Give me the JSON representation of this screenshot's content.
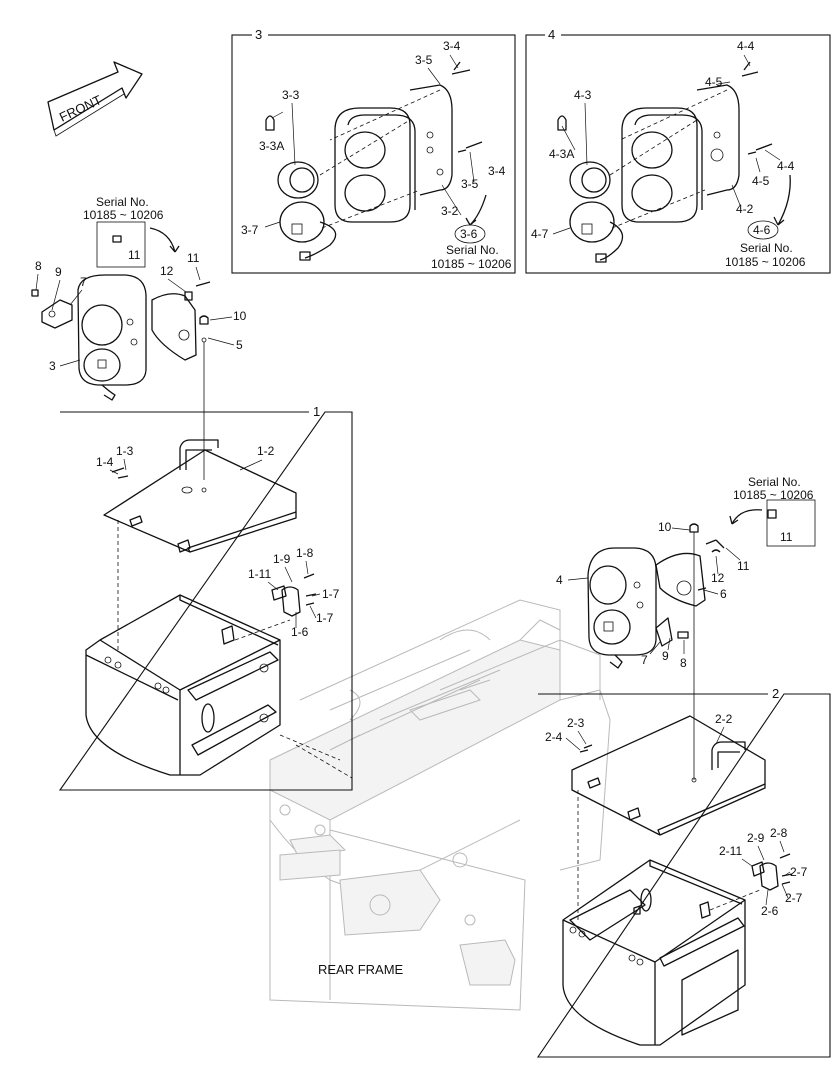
{
  "diagram": {
    "front_label": "FRONT",
    "rear_frame_label": "REAR FRAME",
    "serial_no_title": "Serial No.",
    "serial_range": "10185 ~ 10206",
    "frames": {
      "f3": "3",
      "f4": "4",
      "f1": "1",
      "f2": "2"
    },
    "callouts": {
      "c3_4a": "3-4",
      "c3_5a": "3-5",
      "c3_3": "3-3",
      "c3_3A": "3-3A",
      "c3_7": "3-7",
      "c3_5b": "3-5",
      "c3_4b": "3-4",
      "c3_2": "3-2",
      "c3_6": "3-6",
      "c4_4a": "4-4",
      "c4_5a": "4-5",
      "c4_3": "4-3",
      "c4_3A": "4-3A",
      "c4_7": "4-7",
      "c4_4b": "4-4",
      "c4_5b": "4-5",
      "c4_2": "4-2",
      "c4_6": "4-6",
      "cL_11box": "11",
      "cL_8": "8",
      "cL_9": "9",
      "cL_7": "7",
      "cL_12": "12",
      "cL_11": "11",
      "cL_10": "10",
      "cL_5": "5",
      "cL_3": "3",
      "c1_4": "1-4",
      "c1_3": "1-3",
      "c1_2": "1-2",
      "c1_9": "1-9",
      "c1_8": "1-8",
      "c1_11": "1-11",
      "c1_7a": "1-7",
      "c1_6": "1-6",
      "c1_7b": "1-7",
      "cR_11box": "11",
      "cR_10": "10",
      "cR_12": "12",
      "cR_11": "11",
      "cR_4": "4",
      "cR_6": "6",
      "cR_7": "7",
      "cR_9": "9",
      "cR_8": "8",
      "c2_3": "2-3",
      "c2_4": "2-4",
      "c2_2": "2-2",
      "c2_9": "2-9",
      "c2_8": "2-8",
      "c2_11": "2-11",
      "c2_7a": "2-7",
      "c2_6": "2-6",
      "c2_7b": "2-7"
    }
  }
}
